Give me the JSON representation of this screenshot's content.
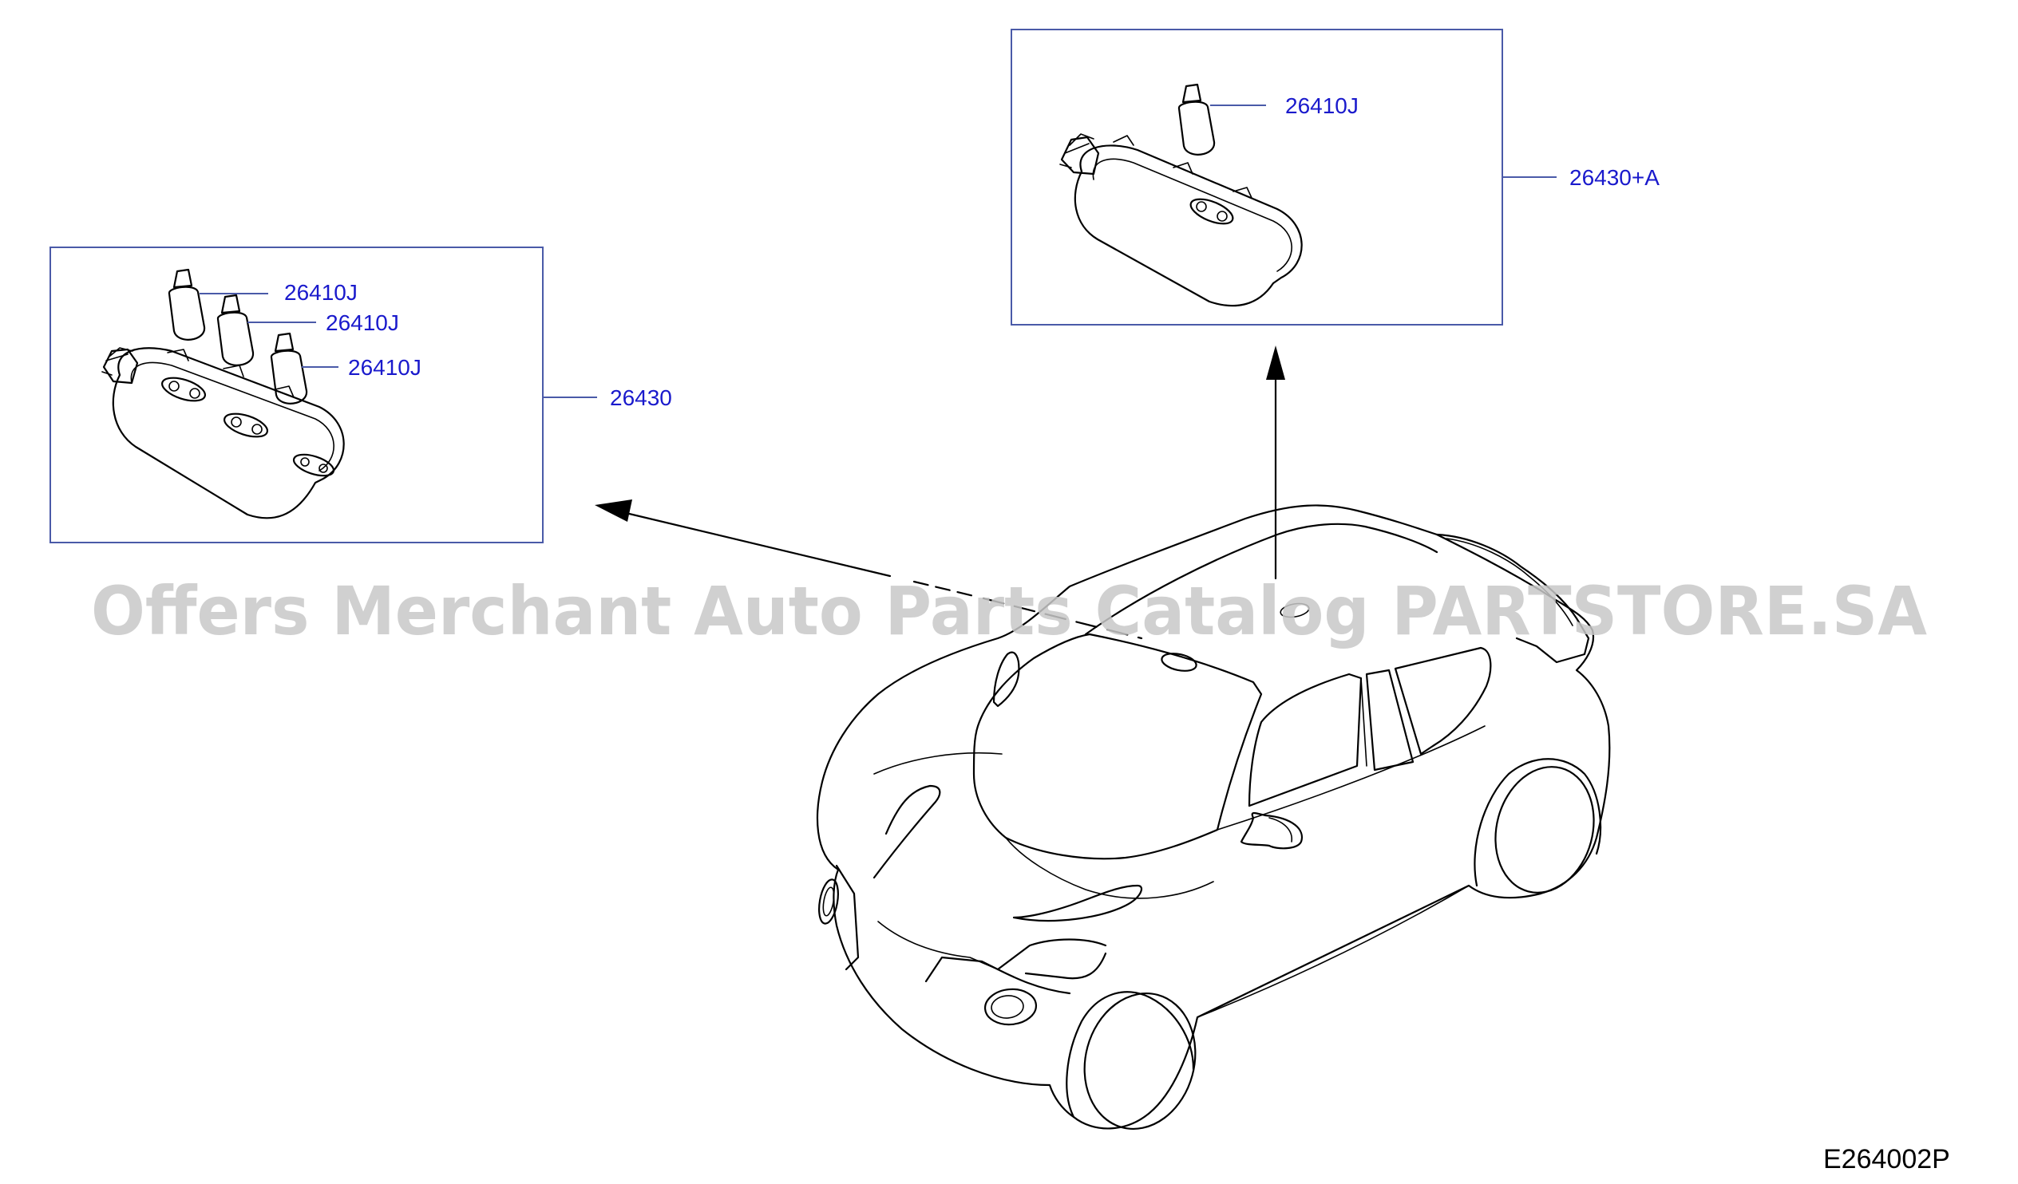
{
  "diagram": {
    "code": "E264002P",
    "watermark": "Offers Merchant Auto Parts Catalog PARTSTORE.SA",
    "colors": {
      "label": "#1a1acc",
      "box": "#4a5aa8",
      "line": "#000000",
      "watermark": "#c8c8c8"
    },
    "left_box": {
      "assembly_label": "26430",
      "bulb_labels": [
        "26410J",
        "26410J",
        "26410J"
      ]
    },
    "right_box": {
      "assembly_label": "26430+A",
      "bulb_labels": [
        "26410J"
      ]
    }
  }
}
